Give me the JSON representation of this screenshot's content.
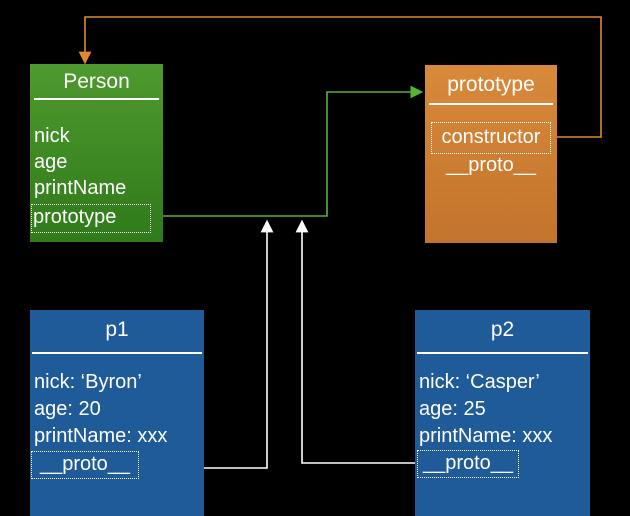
{
  "colors": {
    "person_fill": "#3f8a24",
    "prototype_fill": "#cc7f33",
    "instance_fill": "#1f5b99",
    "link_green": "#58b335",
    "link_orange": "#e08a30",
    "link_white": "#ffffff"
  },
  "person": {
    "title": "Person",
    "fields": [
      "nick",
      "age",
      "printName",
      "prototype"
    ]
  },
  "prototype": {
    "title": "prototype",
    "fields": [
      "constructor",
      "__proto__"
    ]
  },
  "p1": {
    "title": "p1",
    "fields": [
      "nick: ‘Byron’",
      "age: 20",
      "printName: xxx",
      "__proto__"
    ]
  },
  "p2": {
    "title": "p2",
    "fields": [
      "nick: ‘Casper’",
      "age: 25",
      "printName: xxx",
      "__proto__"
    ]
  }
}
